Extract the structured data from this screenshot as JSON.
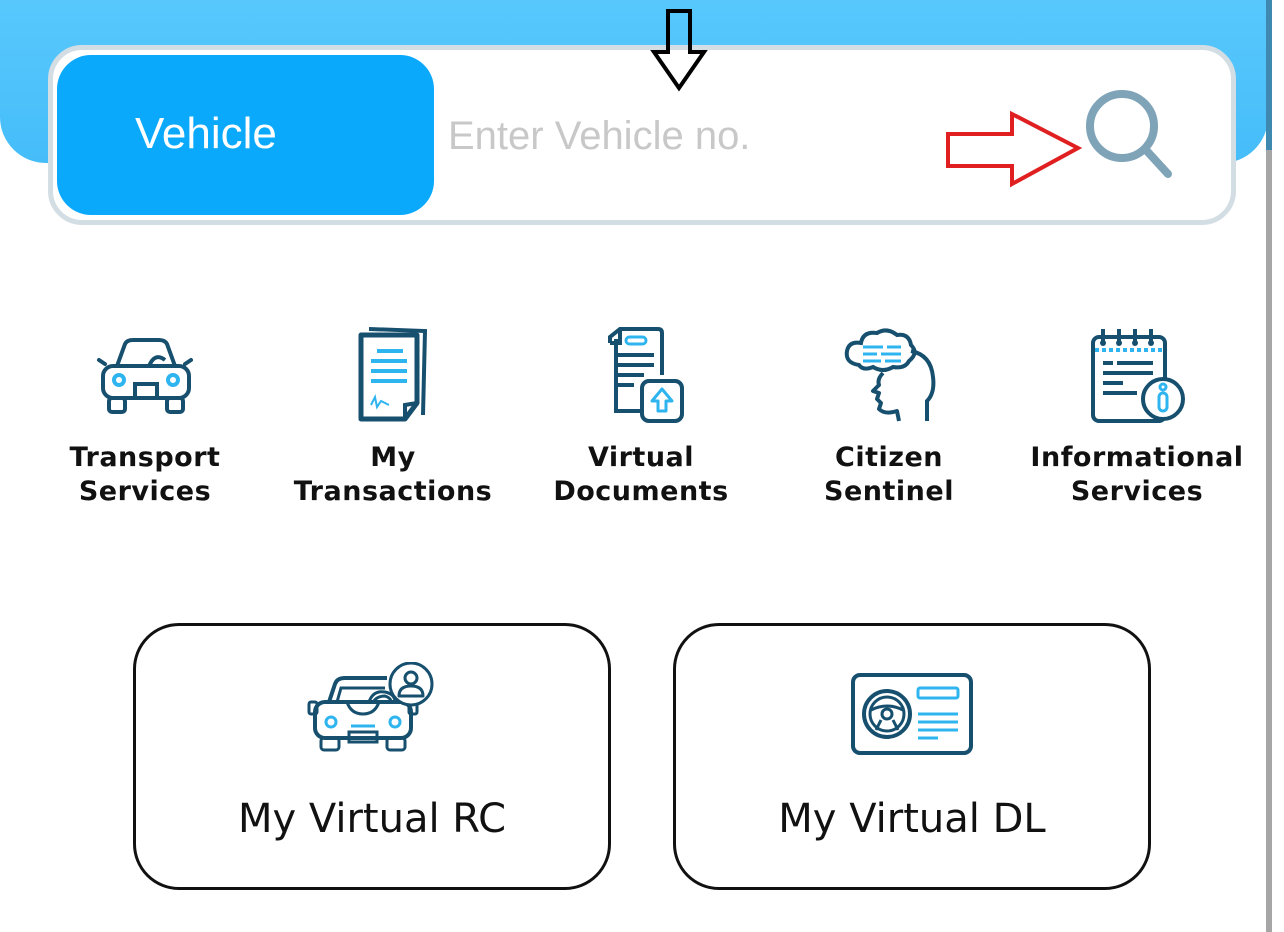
{
  "search": {
    "select_value": "Vehicle",
    "placeholder": "Enter Vehicle no.",
    "value": "",
    "search_icon": "search-icon"
  },
  "annotations": {
    "down_arrow": "black-down-arrow",
    "right_arrow": "red-right-arrow",
    "right_arrow_color": "#e02020"
  },
  "services": [
    {
      "line1": "Transport",
      "line2": "Services",
      "icon": "car-icon"
    },
    {
      "line1": "My",
      "line2": "Transactions",
      "icon": "document-icon"
    },
    {
      "line1": "Virtual",
      "line2": "Documents",
      "icon": "upload-document-icon"
    },
    {
      "line1": "Citizen",
      "line2": "Sentinel",
      "icon": "thinking-head-icon"
    },
    {
      "line1": "Informational",
      "line2": "Services",
      "icon": "info-notepad-icon"
    }
  ],
  "cards": [
    {
      "title": "My Virtual RC",
      "icon": "car-user-icon"
    },
    {
      "title": "My Virtual DL",
      "icon": "driving-license-icon"
    }
  ],
  "colors": {
    "header": "#4fc3fb",
    "select_bg": "#0aa9fb",
    "icon_dark": "#174f6e",
    "icon_light": "#2eb4ef",
    "search_icon": "#7fa4b8"
  }
}
